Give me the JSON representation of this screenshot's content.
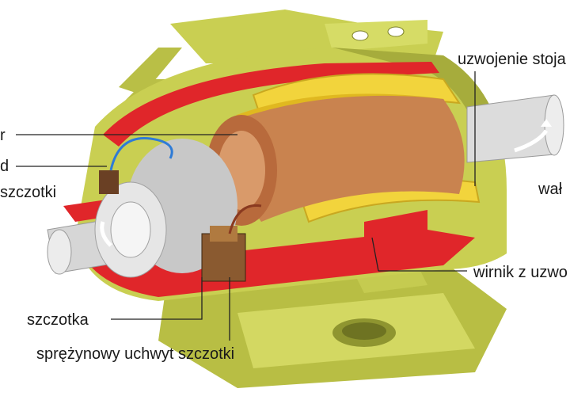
{
  "labels": {
    "stator_winding": "uzwojenie stoja",
    "shaft": "wał",
    "rotor_with_winding": "wirnik z uzwo",
    "cut_r": "r",
    "cut_d": "d",
    "brush_holder_partial": "szczotki",
    "brush": "szczotka",
    "spring_brush_holder": "sprężynowy uchwyt szczotki"
  },
  "colors": {
    "housing": "#c9cf52",
    "housing_dark": "#9fa638",
    "cut_red": "#e0262a",
    "winding_yellow": "#f2d43c",
    "rotor_copper": "#c9834f",
    "commutator": "#d9d9d9"
  }
}
